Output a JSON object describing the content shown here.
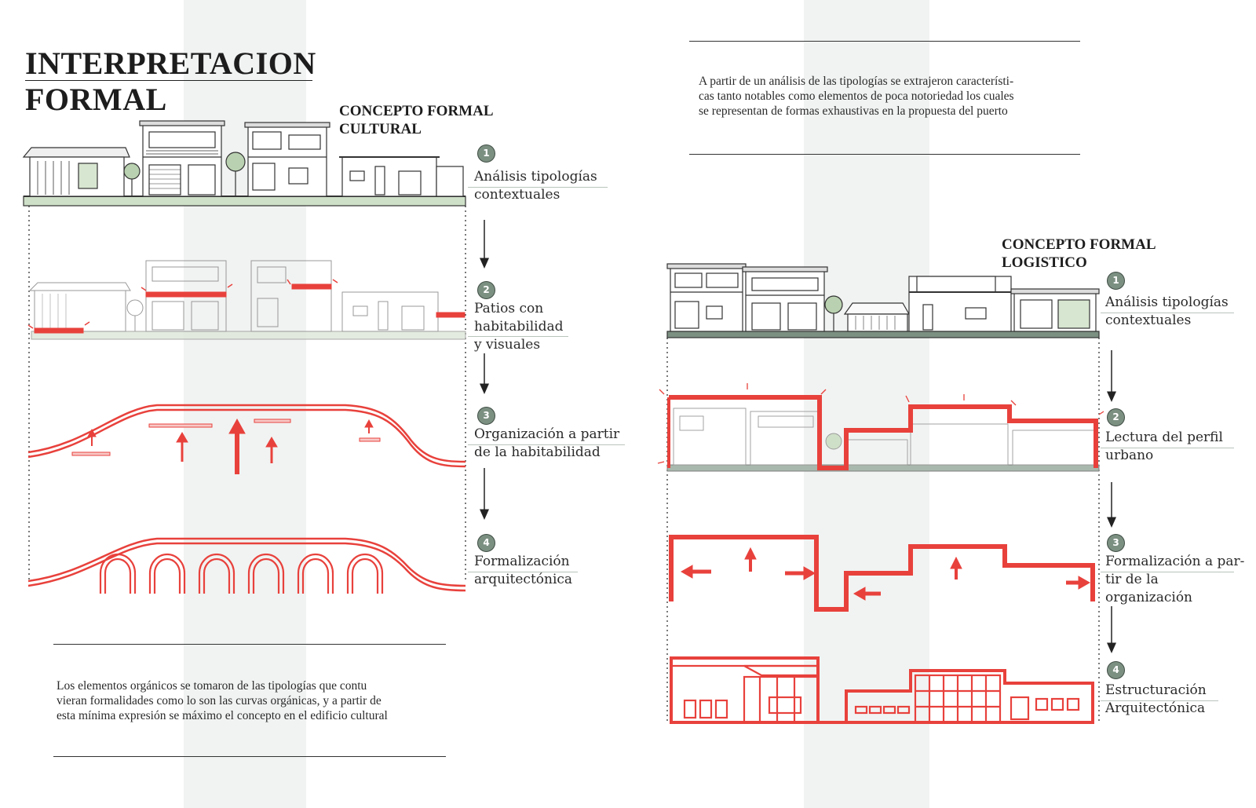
{
  "page": {
    "title_line1": "INTERPRETACION",
    "title_line2": "FORMAL"
  },
  "colors": {
    "accent_red": "#e8413c",
    "sage_green": "#7c9082",
    "ink": "#333333"
  },
  "cultural": {
    "heading": "CONCEPTO FORMAL\nCULTURAL",
    "steps": [
      {
        "num": "1",
        "label": "Análisis tipologías\ncontextuales"
      },
      {
        "num": "2",
        "label": "Patios con\nhabitabilidad\ny visuales"
      },
      {
        "num": "3",
        "label": "Organización a partir\nde la habitabilidad"
      },
      {
        "num": "4",
        "label": "Formalización\narquitectónica"
      }
    ],
    "description": "Los elementos orgánicos se tomaron de las tipologías que contu\nvieran formalidades como lo son las curvas orgánicas, y a partir de\nesta mínima expresión se máximo el concepto en el edificio cultural"
  },
  "logistico": {
    "heading": "CONCEPTO FORMAL\nLOGISTICO",
    "steps": [
      {
        "num": "1",
        "label": "Análisis tipologías\ncontextuales"
      },
      {
        "num": "2",
        "label": "Lectura del perfil\nurbano"
      },
      {
        "num": "3",
        "label": "Formalización a par-\ntir de la\norganización"
      },
      {
        "num": "4",
        "label": "Estructuración\nArquitectónica"
      }
    ],
    "description": "A partir de un análisis de las tipologías se extrajeron característi-\ncas tanto notables como elementos de poca notoriedad los cuales\nse representan de formas exhaustivas en la propuesta del puerto"
  }
}
